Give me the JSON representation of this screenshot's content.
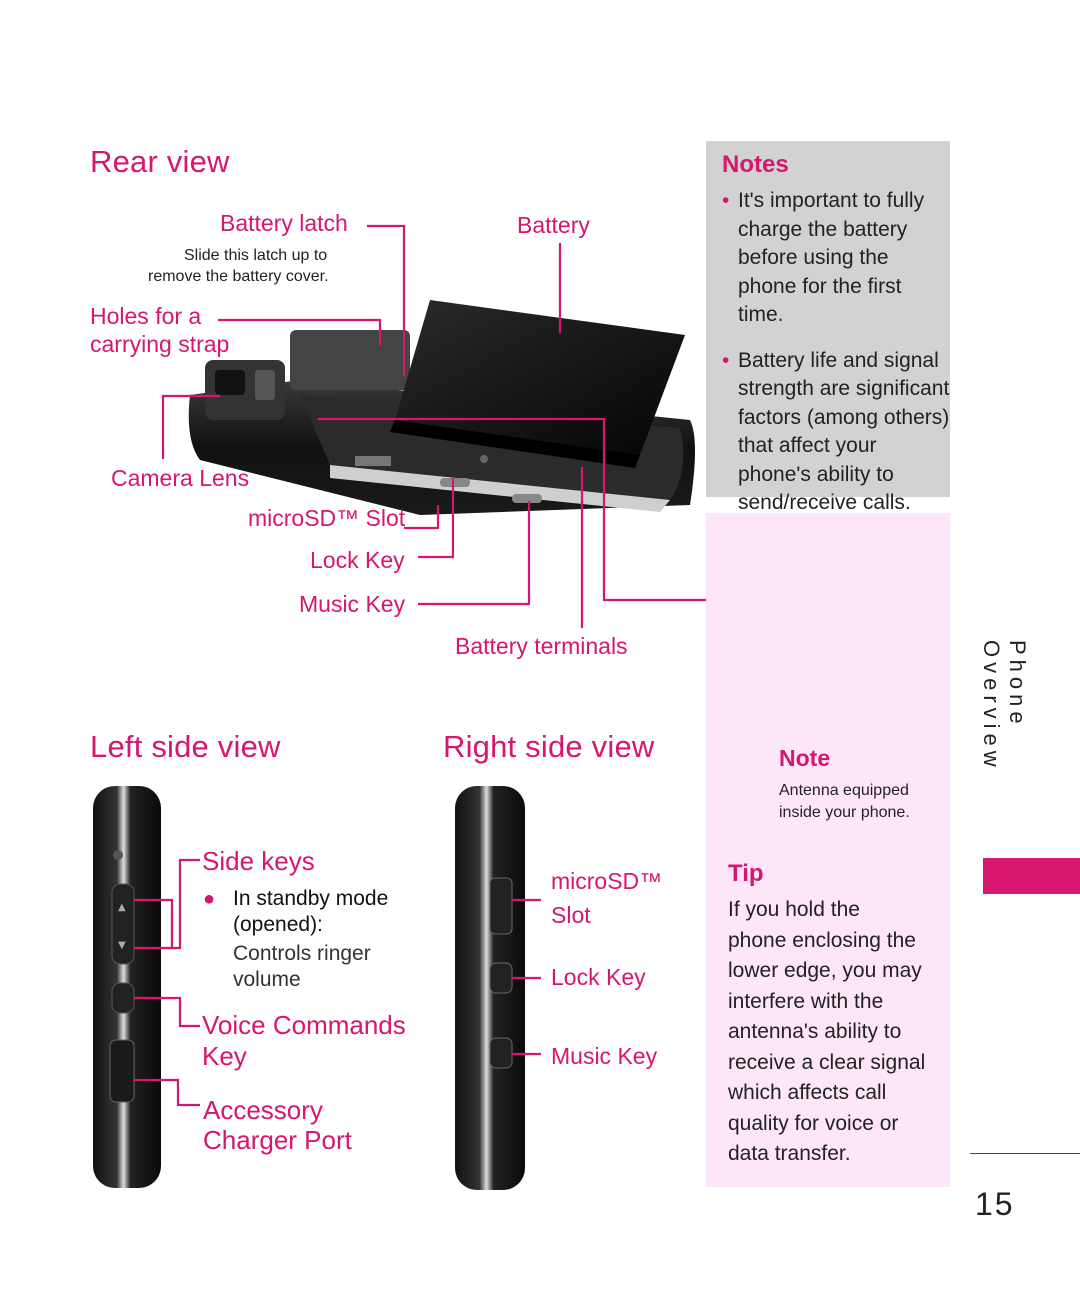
{
  "rear_view": {
    "title": "Rear view",
    "battery_latch": "Battery latch",
    "battery_latch_desc_1": "Slide this latch up to",
    "battery_latch_desc_2": "remove the battery cover.",
    "battery": "Battery",
    "holes_1": "Holes for a",
    "holes_2": "carrying strap",
    "camera_lens": "Camera Lens",
    "microsd_slot": "microSD™ Slot",
    "lock_key": "Lock Key",
    "music_key": "Music Key",
    "battery_terminals": "Battery terminals"
  },
  "notes": {
    "title": "Notes",
    "items": [
      "It's important to fully charge the battery before using the phone for the first time.",
      "Battery life and signal strength are significant factors (among others) that affect your phone's ability to send/receive calls."
    ]
  },
  "antenna_note": {
    "title": "Note",
    "line_1": "Antenna equipped",
    "line_2": "inside your phone."
  },
  "tip": {
    "title": "Tip",
    "lines": [
      "If you hold the",
      "phone enclosing the",
      "lower edge, you may",
      "interfere with the",
      "antenna's ability to",
      "receive a clear signal",
      "which affects call",
      "quality for voice or",
      "data transfer."
    ]
  },
  "left_side_view": {
    "title": "Left side view",
    "side_keys": "Side keys",
    "standby_1": "In standby mode",
    "standby_2": "(opened):",
    "controls_1": "Controls ringer",
    "controls_2": "volume",
    "voice_1": "Voice Commands",
    "voice_2": "Key",
    "accessory_1": "Accessory",
    "accessory_2": "Charger Port"
  },
  "right_side_view": {
    "title": "Right side view",
    "microsd_1": "microSD™",
    "microsd_2": "Slot",
    "lock_key": "Lock Key",
    "music_key": "Music Key"
  },
  "sidebar": {
    "section": "Phone Overview",
    "page_number": "15"
  },
  "colors": {
    "accent": "#d6166f",
    "notes_bg": "#d2d2d2",
    "tip_bg": "#fde6f7"
  }
}
